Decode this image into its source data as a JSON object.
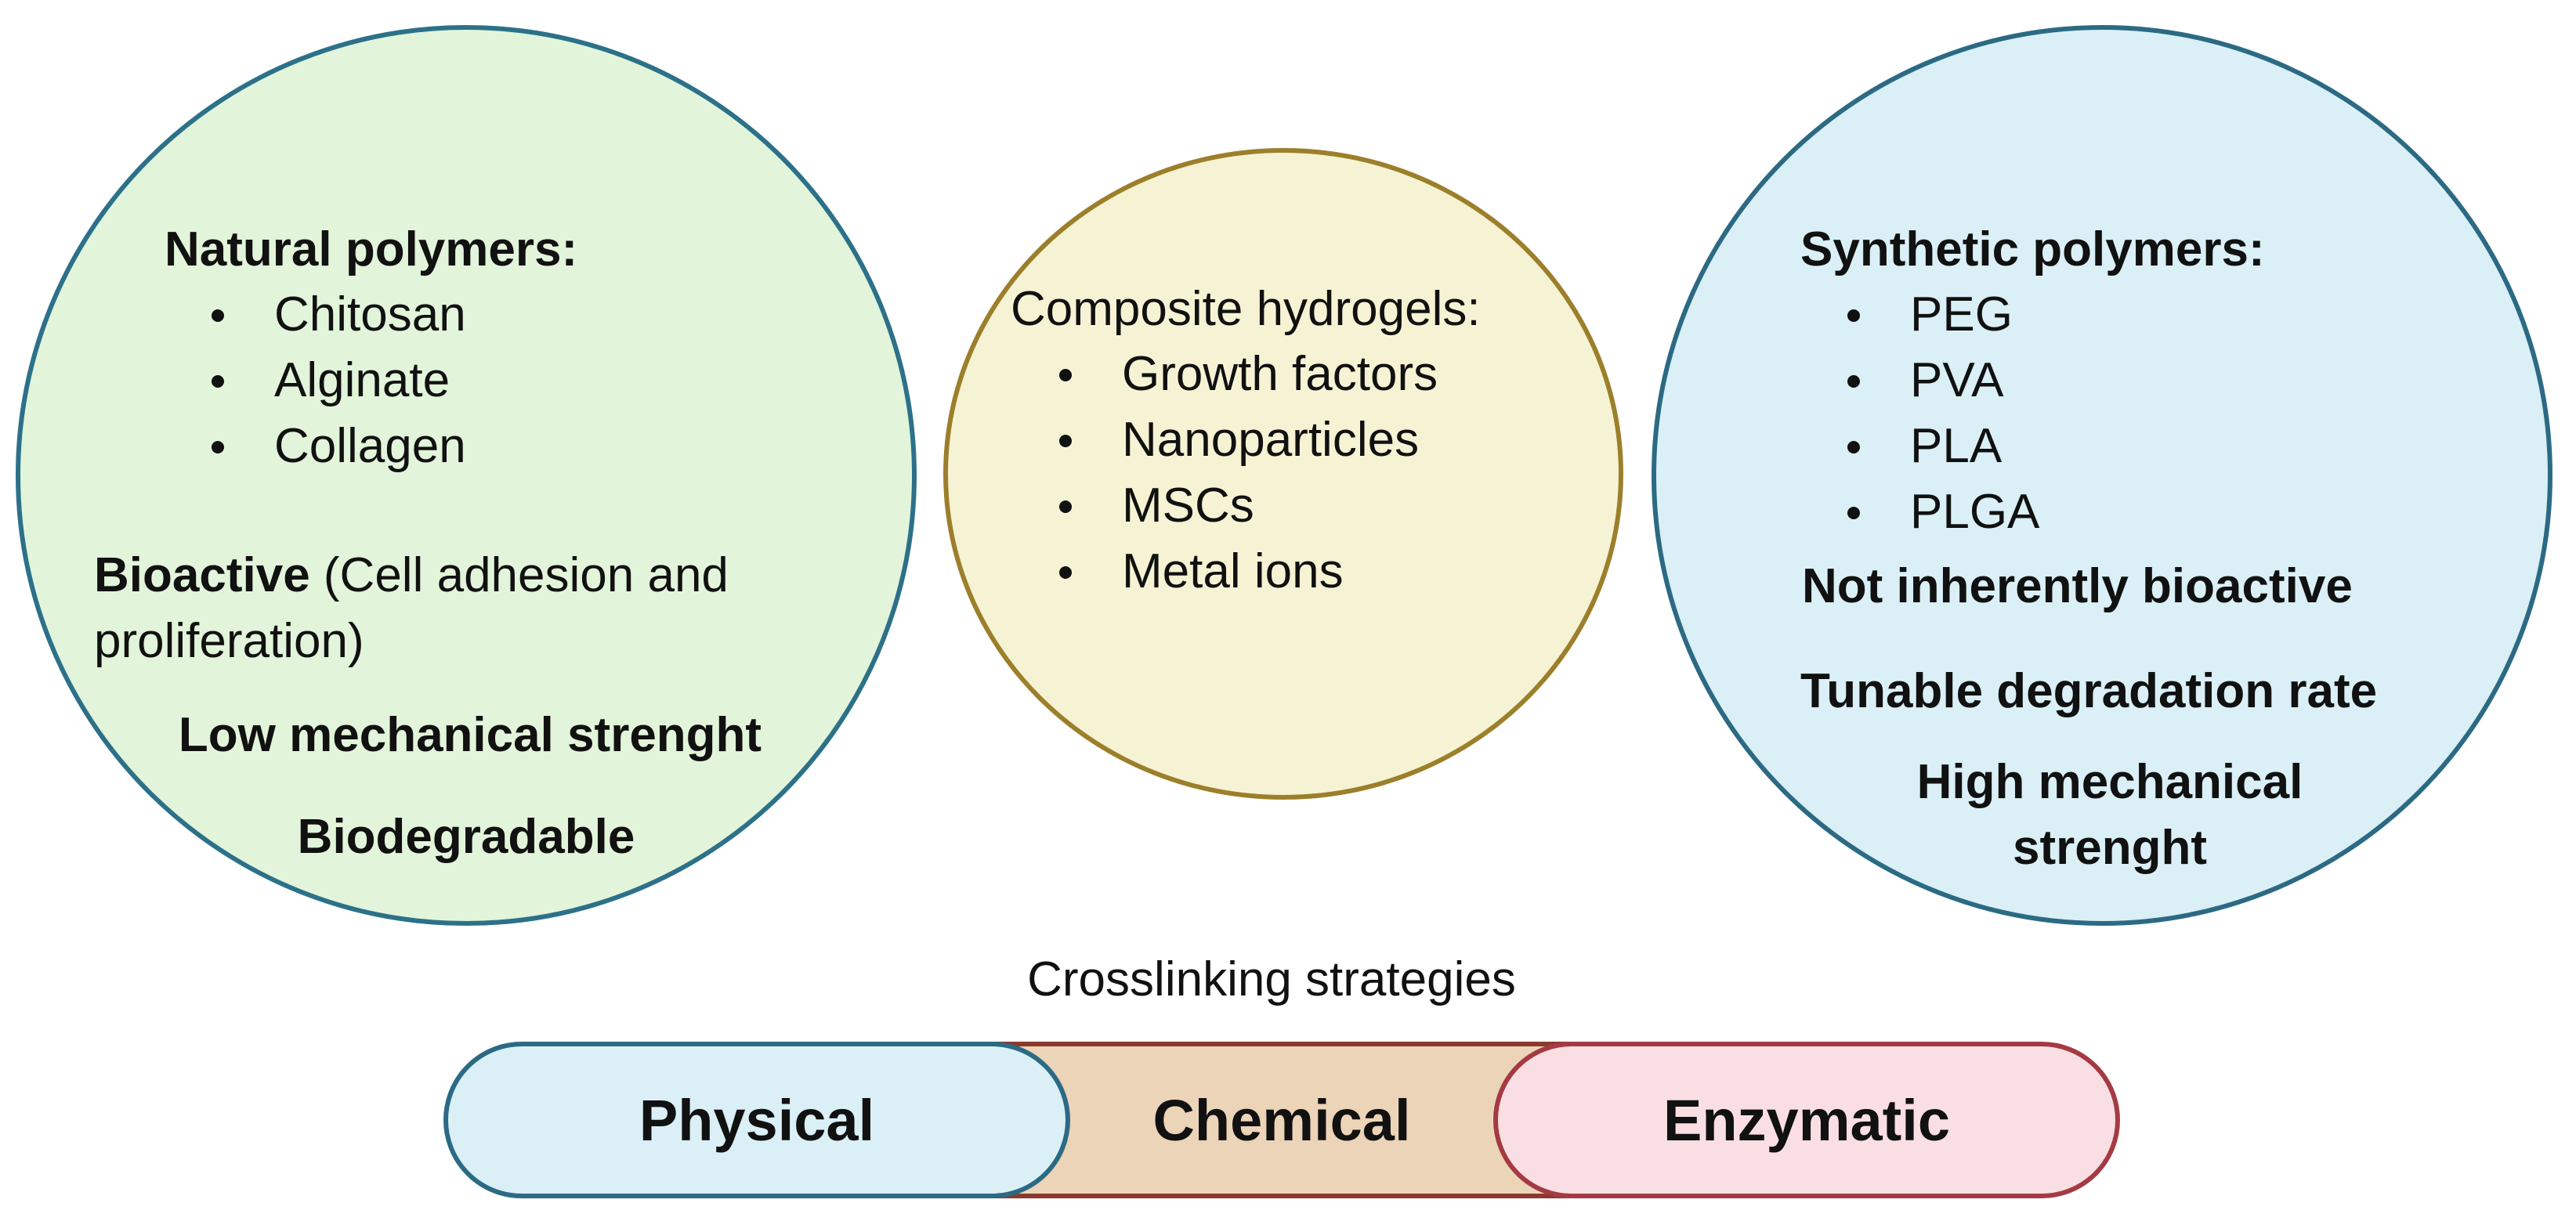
{
  "natural": {
    "title": "Natural polymers:",
    "items": [
      "Chitosan",
      "Alginate",
      "Collagen"
    ],
    "bioactive_bold": "Bioactive",
    "bioactive_rest": "(Cell adhesion and",
    "bioactive_line2": "proliferation)",
    "strength": "Low mechanical strenght",
    "degradation": "Biodegradable"
  },
  "composite": {
    "title": "Composite hydrogels:",
    "items": [
      "Growth factors",
      "Nanoparticles",
      "MSCs",
      "Metal ions"
    ]
  },
  "synthetic": {
    "title": "Synthetic polymers:",
    "items": [
      "PEG",
      "PVA",
      "PLA",
      "PLGA"
    ],
    "bioactivity": "Not inherently bioactive",
    "degradation": "Tunable degradation rate",
    "strength_line1": "High mechanical",
    "strength_line2": "strenght"
  },
  "crosslinking": {
    "title": "Crosslinking strategies",
    "physical": "Physical",
    "chemical": "Chemical",
    "enzymatic": "Enzymatic"
  },
  "colors": {
    "natural_fill": "#e2f4da",
    "composite_fill": "#f6f3d4",
    "synthetic_fill": "#daeff6",
    "enzymatic_fill": "#f9dfe3",
    "chemical_fill": "#ecd4b8"
  }
}
